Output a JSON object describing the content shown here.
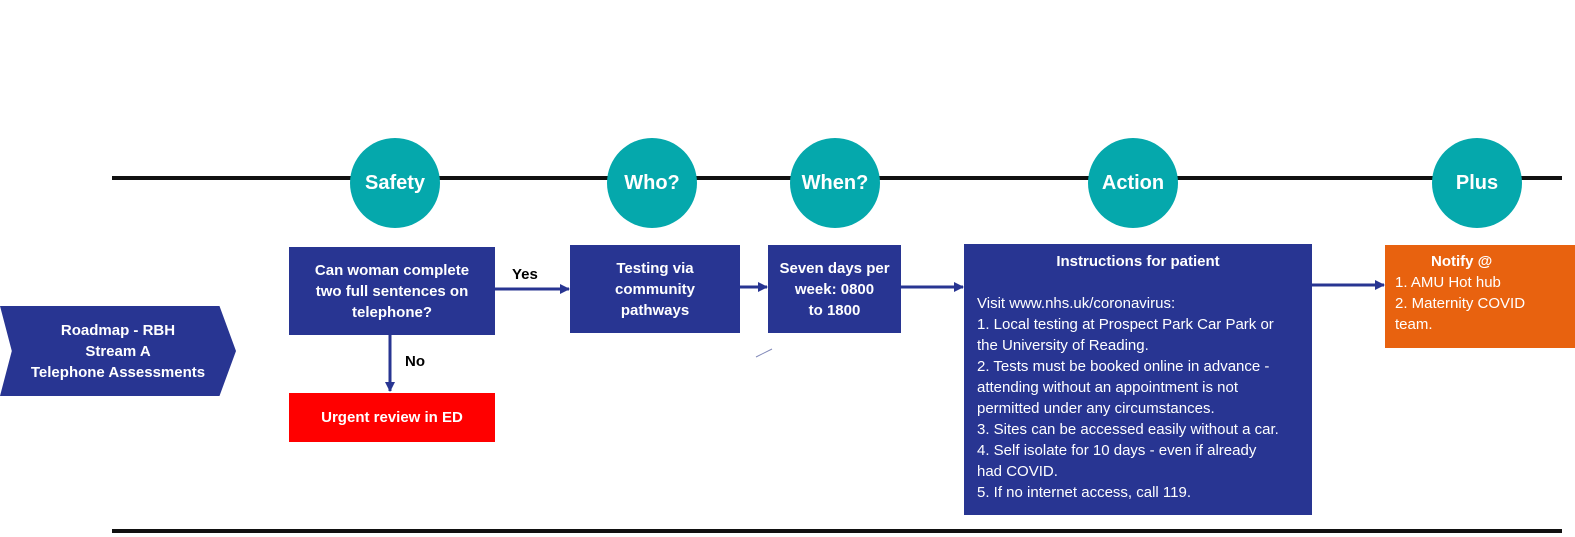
{
  "roadmap": {
    "line1": "Roadmap - RBH",
    "line2": "Stream A",
    "line3": "Telephone Assessments"
  },
  "stages": {
    "safety": "Safety",
    "who": "Who?",
    "when": "When?",
    "action": "Action",
    "plus": "Plus"
  },
  "safety_box": {
    "line1": "Can woman complete",
    "line2": "two full sentences on",
    "line3": "telephone?"
  },
  "yes_label": "Yes",
  "no_label": "No",
  "urgent_box": "Urgent review in ED",
  "who_box": {
    "line1": "Testing via",
    "line2": "community",
    "line3": "pathways"
  },
  "when_box": {
    "line1": "Seven days per",
    "line2": "week:  0800",
    "line3": "to 1800"
  },
  "action_box": {
    "title": "Instructions for patient",
    "lines": [
      "Visit www.nhs.uk/coronavirus:",
      "1. Local testing at Prospect Park Car Park or",
      "the University of Reading.",
      "2. Tests must be booked online in advance -",
      "attending without an appointment is not",
      "permitted under any circumstances.",
      "3.  Sites can be accessed easily without a car.",
      "4.  Self isolate for 10 days - even if already",
      "had COVID.",
      "5.  If no internet access, call 119."
    ]
  },
  "plus_box": {
    "title": "Notify @",
    "line1": "1.  AMU Hot hub",
    "line2": "2.  Maternity COVID",
    "line3": "team."
  },
  "colors": {
    "navy": "#283592",
    "teal": "#05a8ac",
    "red": "#ff0000",
    "orange": "#e8620f"
  }
}
